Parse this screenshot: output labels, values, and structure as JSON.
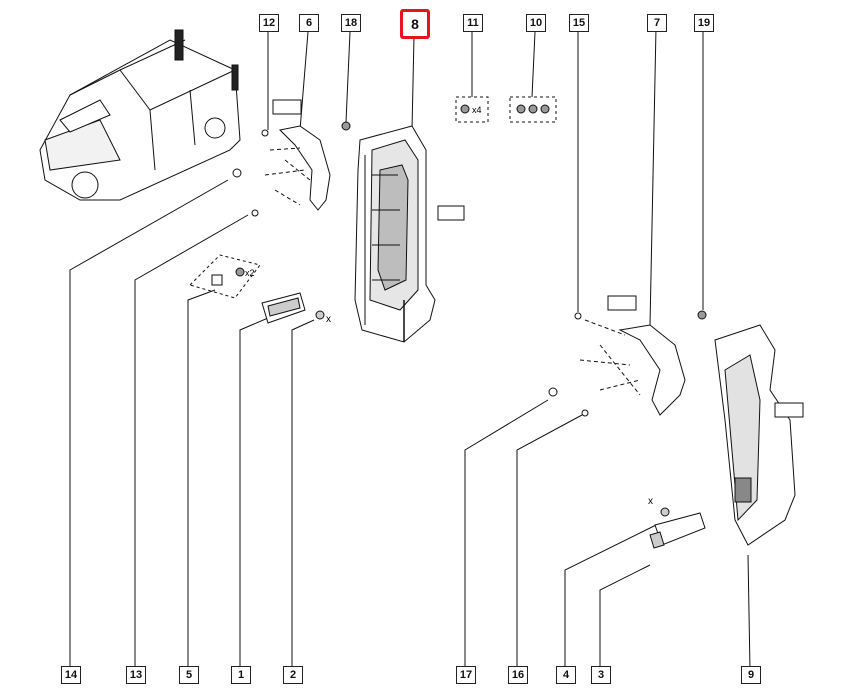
{
  "diagram": {
    "accent_color": "#e8141b",
    "selected_part": "8",
    "callouts": {
      "p1": "1",
      "p2": "2",
      "p3": "3",
      "p4": "4",
      "p5": "5",
      "p6": "6",
      "p7": "7",
      "p8": "8",
      "p9": "9",
      "p10": "10",
      "p11": "11",
      "p12": "12",
      "p13": "13",
      "p14": "14",
      "p15": "15",
      "p16": "16",
      "p17": "17",
      "p18": "18",
      "p19": "19"
    },
    "qty_labels": {
      "clips_x4": "x4",
      "pair_x2": "x2",
      "x_mark_1": "x",
      "x_mark_2": "x"
    }
  }
}
